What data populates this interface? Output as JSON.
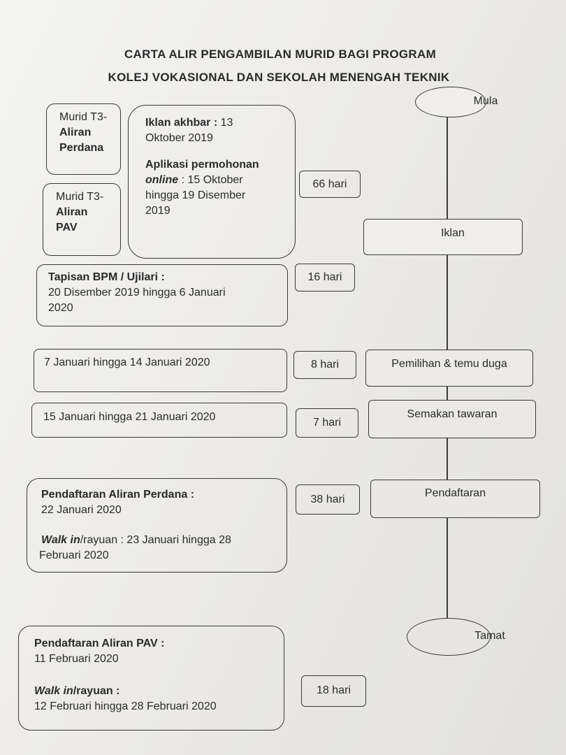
{
  "title": {
    "line1": "CARTA ALIR PENGAMBILAN MURID BAGI PROGRAM",
    "line2": "KOLEJ VOKASIONAL DAN SEKOLAH MENENGAH TEKNIK"
  },
  "left": {
    "murid_perdana": [
      "Murid T3-",
      "Aliran",
      "Perdana"
    ],
    "murid_pav": [
      "Murid T3-",
      "Aliran",
      "PAV"
    ],
    "iklan": {
      "akhbar_label": "Iklan akhbar :",
      "akhbar_date_1": "13",
      "akhbar_date_2": "Oktober 2019",
      "aplikasi_label": "Aplikasi permohonan",
      "online_label": "online",
      "online_rest": ": 15 Oktober",
      "online_line2": "hingga 19 Disember",
      "online_line3": "2019"
    },
    "tapisan": {
      "label": "Tapisan BPM / Ujilari  :",
      "line1": "20  Disember  2019  hingga  6  Januari",
      "line2": "2020"
    },
    "pemilihan_date": "7 Januari hingga 14 Januari 2020",
    "semakan_date": "15 Januari hingga 21 Januari 2020",
    "perdana": {
      "label": "Pendaftaran Aliran Perdana :",
      "date": "22 Januari 2020",
      "walk_label": "Walk in",
      "walk_rest": "/rayuan : 23 Januari hingga 28",
      "walk_line2": "Februari 2020"
    },
    "pav": {
      "label": "Pendaftaran Aliran PAV :",
      "date": "11 Februari 2020",
      "walk_label": "Walk in",
      "walk_rest": "/rayuan :",
      "walk_line2": "12 Februari hingga 28 Februari 2020"
    }
  },
  "durations": {
    "d1": "66 hari",
    "d2": "16 hari",
    "d3": "8 hari",
    "d4": "7 hari",
    "d5": "38 hari",
    "d6": "18 hari"
  },
  "flow": {
    "start": "Mula",
    "iklan": "Iklan",
    "pemilihan": "Pemilihan & temu duga",
    "semakan": "Semakan tawaran",
    "pendaftaran": "Pendaftaran",
    "end": "Tamat"
  }
}
